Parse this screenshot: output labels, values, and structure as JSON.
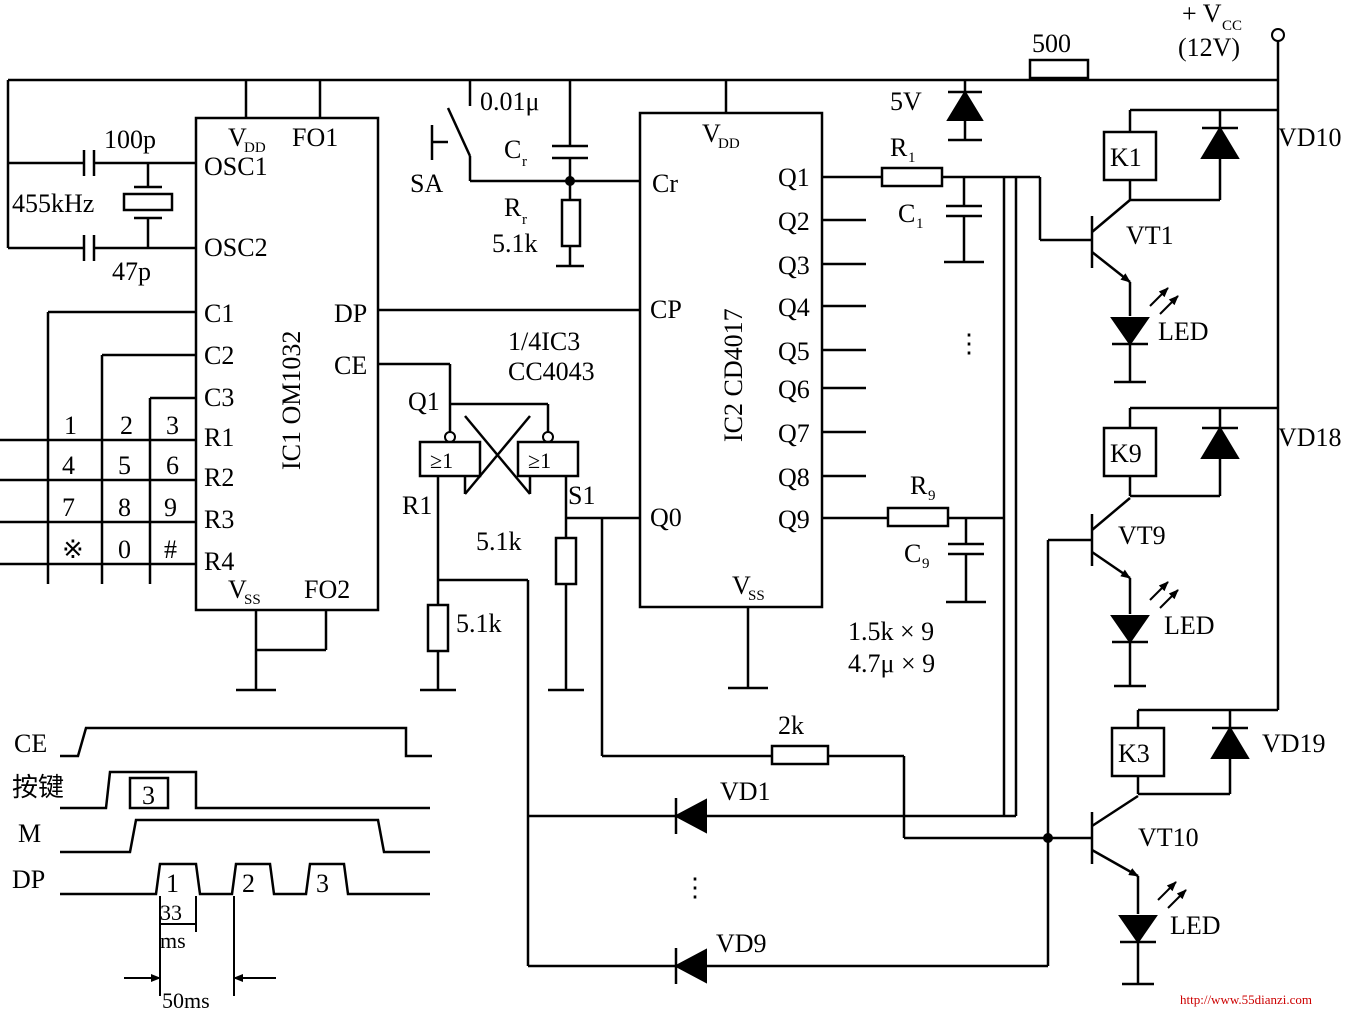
{
  "supply": {
    "label": "+ V",
    "sub": "CC",
    "voltage": "(12V)"
  },
  "ic1": {
    "name": "IC1 OM1032",
    "vdd": "V",
    "vdd_sub": "DD",
    "fo1": "FO1",
    "osc1": "OSC1",
    "osc2": "OSC2",
    "c1": "C1",
    "c2": "C2",
    "c3": "C3",
    "r1": "R1",
    "r2": "R2",
    "r3": "R3",
    "r4": "R4",
    "dp": "DP",
    "ce": "CE",
    "vss": "V",
    "vss_sub": "SS",
    "fo2": "FO2"
  },
  "ic2": {
    "name": "IC2 CD4017",
    "vdd": "V",
    "vdd_sub": "DD",
    "cr": "Cr",
    "cp": "CP",
    "q0": "Q0",
    "vss": "V",
    "vss_sub": "SS",
    "outputs": [
      "Q1",
      "Q2",
      "Q3",
      "Q4",
      "Q5",
      "Q6",
      "Q7",
      "Q8",
      "Q9"
    ]
  },
  "ic3": {
    "fraction": "1/4IC3",
    "part": "CC4043",
    "q1": "Q1",
    "r1": "R1",
    "s1": "S1",
    "gate": "≥1"
  },
  "osc": {
    "c_top": "100p",
    "crystal": "455kHz",
    "c_bot": "47p"
  },
  "keypad": {
    "keys": [
      "1",
      "2",
      "3",
      "4",
      "5",
      "6",
      "7",
      "8",
      "9",
      "※",
      "0",
      "#"
    ]
  },
  "reset": {
    "cap": "0.01μ",
    "cr_main": "C",
    "cr_sub": "r",
    "rr_main": "R",
    "rr_sub": "r",
    "rr_val": "5.1k",
    "switch": "SA"
  },
  "flipflop": {
    "r_val_left": "5.1k",
    "r_val_right": "5.1k"
  },
  "zener": {
    "label": "5V"
  },
  "r500": "500",
  "rc": {
    "r1_main": "R",
    "r1_sub": "1",
    "c1_main": "C",
    "c1_sub": "1",
    "r9_main": "R",
    "r9_sub": "9",
    "c9_main": "C",
    "c9_sub": "9",
    "values_r": "1.5k × 9",
    "values_c": "4.7μ × 9",
    "ellipsis": "⋮"
  },
  "channels": [
    {
      "relay": "K1",
      "diode": "VD10",
      "transistor": "VT1",
      "led": "LED"
    },
    {
      "relay": "K9",
      "diode": "VD18",
      "transistor": "VT9",
      "led": "LED"
    },
    {
      "relay": "K3",
      "diode": "VD19",
      "transistor": "VT10",
      "led": "LED"
    }
  ],
  "matrix": {
    "r2k": "2k",
    "vd1": "VD1",
    "vd9": "VD9",
    "ellipsis": "⋮"
  },
  "timing": {
    "ce": "CE",
    "key": "按键",
    "m": "M",
    "dp": "DP",
    "key_digit": "3",
    "pulses": [
      "1",
      "2",
      "3"
    ],
    "t33": "33",
    "ms": "ms",
    "t50": "50ms"
  },
  "watermark": "http://www.55dianzi.com"
}
